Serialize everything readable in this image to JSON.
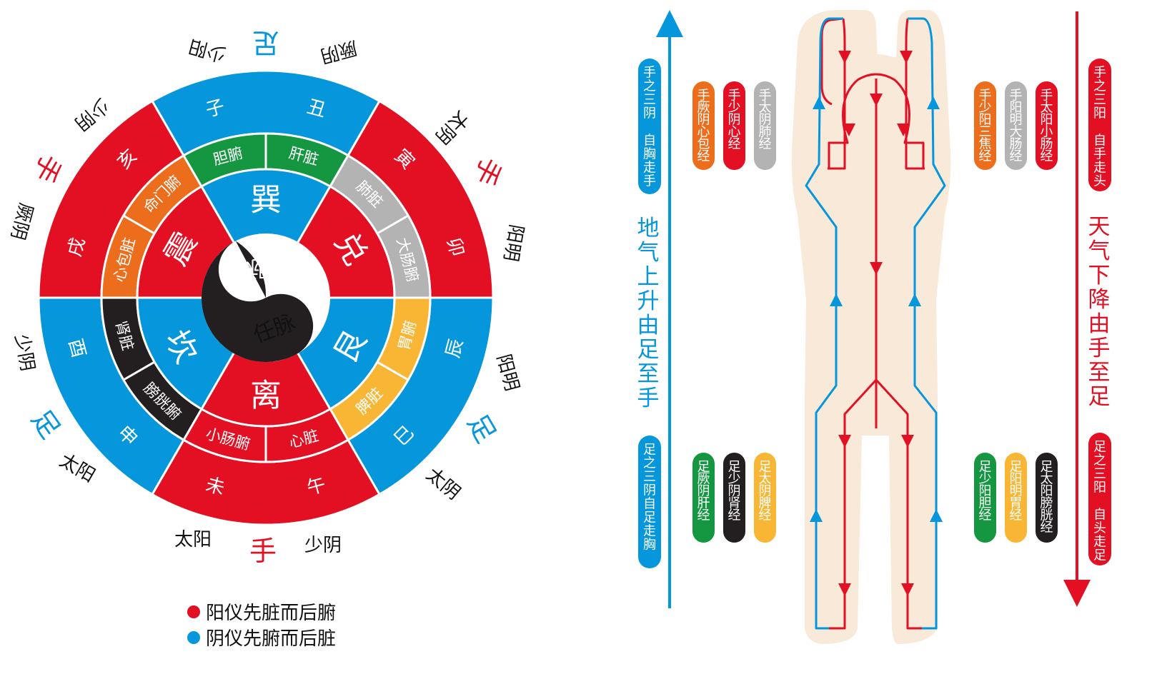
{
  "colors": {
    "red": "#e30f23",
    "blue": "#0596dc",
    "orange": "#ec6d1c",
    "green": "#159640",
    "gray": "#b3b3b3",
    "yellow": "#f8b634",
    "black": "#231f20",
    "skin": "#f8e9d8"
  },
  "wheel": {
    "outer_branches": [
      "巳",
      "午",
      "未",
      "申",
      "酉",
      "戌",
      "亥",
      "子",
      "丑",
      "寅",
      "卯",
      "辰"
    ],
    "organs": [
      "脾脏",
      "心脏",
      "小肠腑",
      "膀胱腑",
      "肾脏",
      "心包脏",
      "命门腑",
      "胆腑",
      "肝脏",
      "肺脏",
      "大肠腑",
      "胃腑"
    ],
    "trigrams": [
      "离",
      "坎",
      "震",
      "巽",
      "兑",
      "艮"
    ],
    "center_top": "督脉",
    "center_bottom": "任脉",
    "outside_labels": {
      "top_mid": "足",
      "top_left": "少阳",
      "top_right": "厥阴",
      "upper_right_a": "太阴",
      "upper_right_hand": "手",
      "upper_right_b": "阳明",
      "lower_right_a": "阳明",
      "lower_right_foot": "足",
      "lower_right_b": "太阴",
      "bottom_right": "少阴",
      "bottom_mid": "手",
      "bottom_left": "太阳",
      "lower_left_a": "太阳",
      "lower_left_foot": "足",
      "lower_left_b": "少阴",
      "upper_left_a": "厥阴",
      "upper_left_hand": "手",
      "upper_left_b": "少阴"
    }
  },
  "legend": {
    "yang": "阳仪先脏而后腑",
    "yin": "阴仪先腑而后脏"
  },
  "body": {
    "left_arrow_label": "地气上升由足至手",
    "right_arrow_label": "天气下降由手至足",
    "left_top_pill": "手之三阴 自胸走手",
    "left_bottom_pill": "足之三阴自足走胸",
    "right_top_pill": "手之三阳 自手走头",
    "right_bottom_pill": "足之三阳 自头走足",
    "meridians": {
      "lt": [
        "手厥阴心包经",
        "手少阴心经",
        "手太阴肺经"
      ],
      "lb": [
        "足厥阴肝经",
        "足少阴肾经",
        "足太阴脾经"
      ],
      "rt": [
        "手少阳三焦经",
        "手阳明大肠经",
        "手太阳小肠经"
      ],
      "rb": [
        "足少阳胆经",
        "足阳明胃经",
        "足太阳膀胱经"
      ]
    }
  }
}
